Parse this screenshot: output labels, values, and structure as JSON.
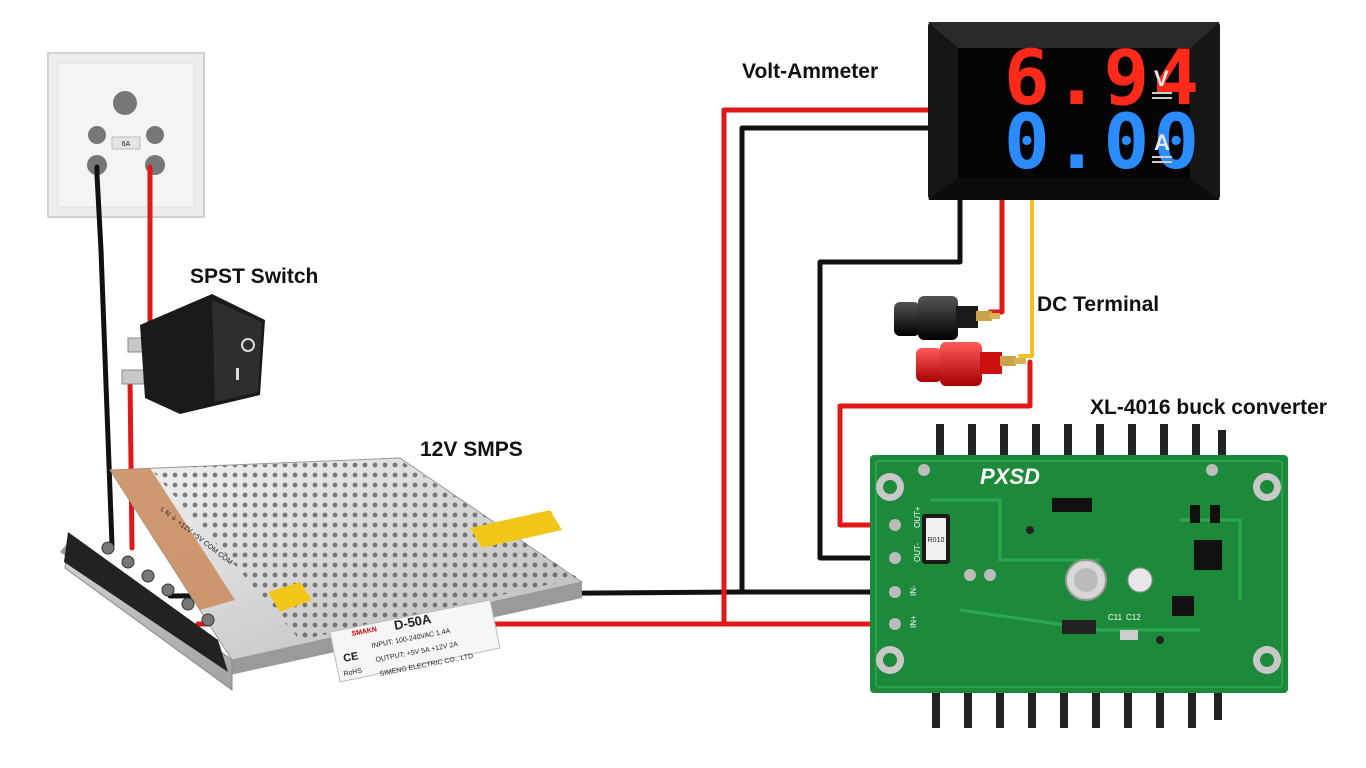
{
  "labels": {
    "volt_ammeter": "Volt-Ammeter",
    "spst_switch": "SPST Switch",
    "smps": "12V SMPS",
    "dc_terminal": "DC Terminal",
    "buck_converter": "XL-4016 buck converter"
  },
  "meter": {
    "voltage": "6.94",
    "voltage_unit": "V",
    "current": "0.00",
    "current_unit": "A"
  },
  "socket": {
    "mark": "6A"
  },
  "smps_unit": {
    "model": "D-50A",
    "brand": "SMAKN",
    "terminals": "L  N  ⏚  +12V  +5V  COM  COM",
    "input": "INPUT: 100-240VAC 1.4A",
    "output": "OUTPUT: +5V 5A  +12V 2A",
    "maker": "SIMENG ELECTRIC CO., LTD",
    "ce": "CE",
    "rohs": "RoHS"
  },
  "board": {
    "logo": "PXSD",
    "in_plus": "IN+",
    "in_minus": "IN-",
    "out_plus": "OUT+",
    "out_minus": "OUT-",
    "r010": "R010",
    "c11": "C11",
    "c12": "C12"
  },
  "colors": {
    "wire_red": "#e01818",
    "wire_black": "#111111",
    "wire_yellow": "#f0c020",
    "meter_red": "#ff2a1a",
    "meter_blue": "#2a8cff",
    "pcb_green": "#1c8a3a"
  }
}
